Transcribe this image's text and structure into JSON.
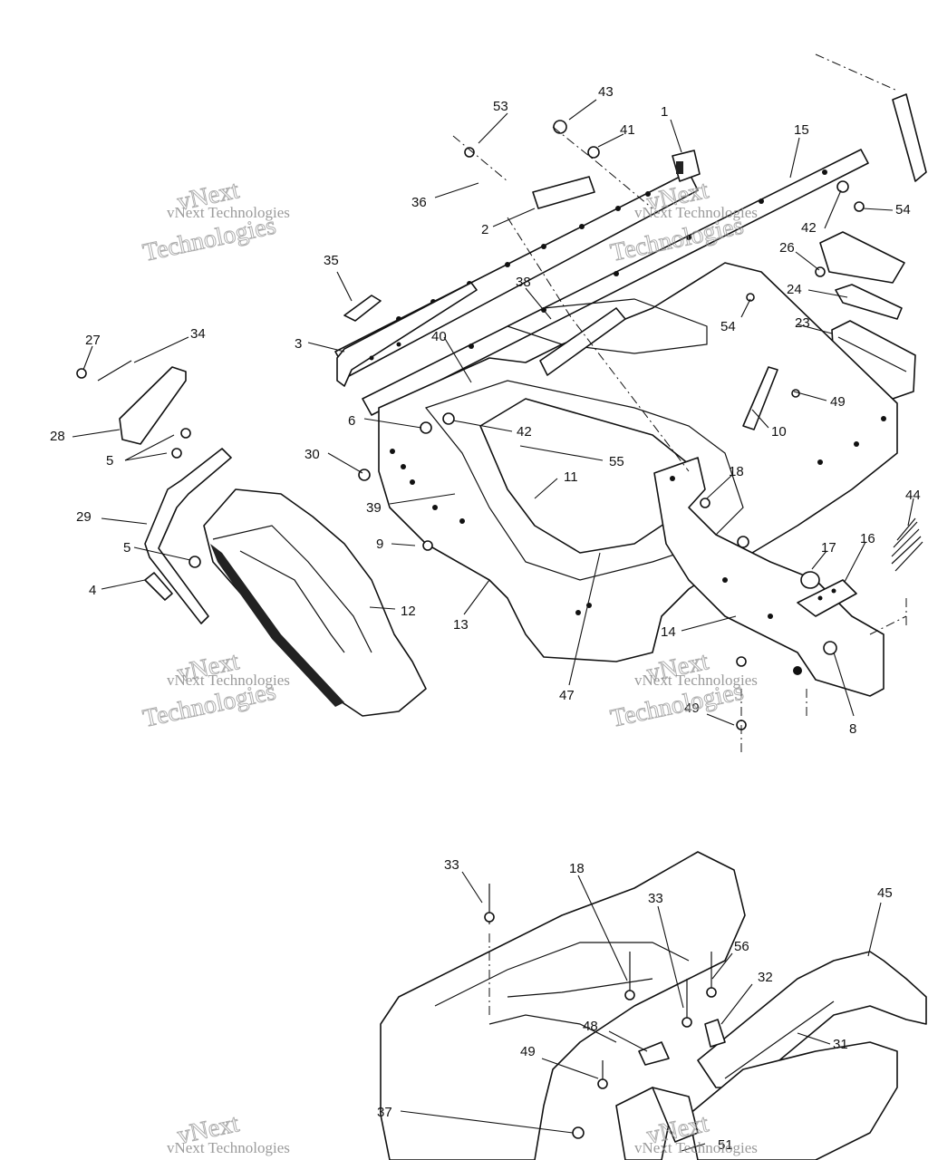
{
  "diagram": {
    "callouts": [
      "53",
      "43",
      "41",
      "1",
      "15",
      "36",
      "2",
      "54",
      "42",
      "26",
      "24",
      "35",
      "38",
      "3",
      "40",
      "54",
      "23",
      "27",
      "34",
      "49",
      "6",
      "42",
      "10",
      "28",
      "5",
      "30",
      "55",
      "18",
      "44",
      "39",
      "11",
      "29",
      "9",
      "17",
      "16",
      "5",
      "4",
      "12",
      "13",
      "14",
      "47",
      "8",
      "49",
      "33",
      "18",
      "45",
      "33",
      "56",
      "32",
      "48",
      "31",
      "49",
      "37",
      "51"
    ]
  },
  "watermark": {
    "brand": "vNext",
    "company": "vNext Technologies",
    "word": "Technologies"
  }
}
